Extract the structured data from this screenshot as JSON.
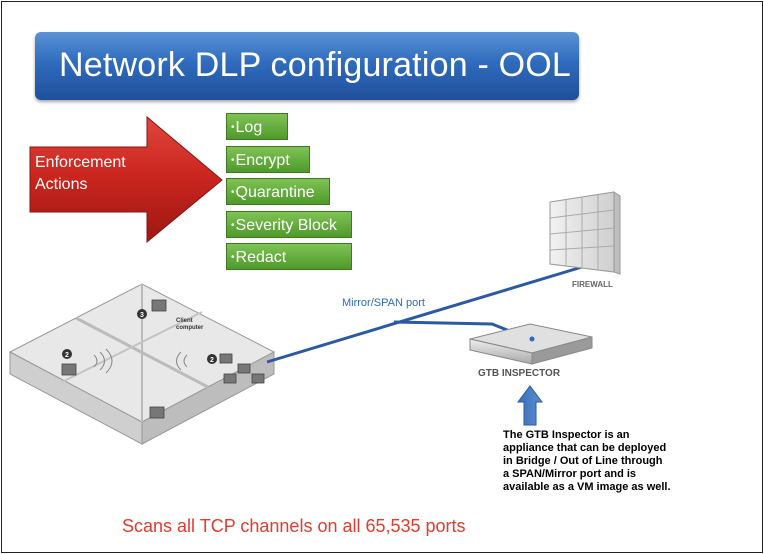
{
  "title": "Network DLP configuration - OOL",
  "enforcement_label": [
    "Enforcement",
    "Actions"
  ],
  "actions": [
    "Log",
    "Encrypt",
    "Quarantine",
    "Severity Block",
    "Redact"
  ],
  "mirror_label": "Mirror/SPAN port",
  "firewall_label": "FIREWALL",
  "inspector_label": "GTB INSPECTOR",
  "client_label": [
    "Client",
    "computer"
  ],
  "badges": [
    "3",
    "2",
    "2"
  ],
  "description": [
    "The GTB Inspector  is an",
    "appliance  that can be deployed",
    "in Bridge / Out of Line through",
    "a SPAN/Mirror port and is",
    "available as a VM image as well."
  ],
  "footer": "Scans all TCP channels on all 65,535 ports",
  "colors": {
    "title_blue": "#2f6bbd",
    "action_green": "#5aa832",
    "arrow_red": "#c9241e",
    "line_blue": "#2b5aa3",
    "footer_red": "#e23b2f"
  }
}
